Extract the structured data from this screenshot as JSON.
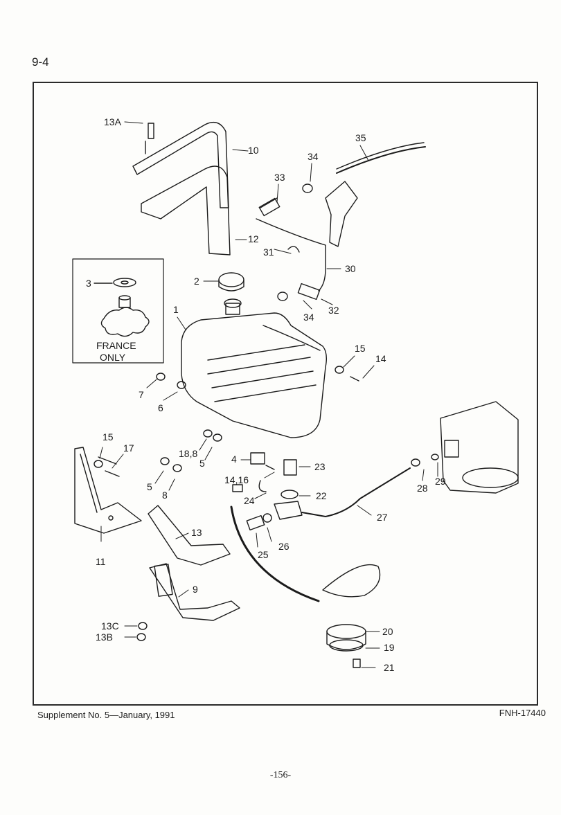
{
  "header": {
    "page_number": "9-4"
  },
  "inset": {
    "callout": "3",
    "caption_line1": "FRANCE",
    "caption_line2": "ONLY"
  },
  "callouts": [
    "13A",
    "10",
    "12",
    "35",
    "34",
    "33",
    "31",
    "30",
    "2",
    "32",
    "34",
    "1",
    "15",
    "14",
    "7",
    "6",
    "15",
    "17",
    "18,8",
    "5",
    "4",
    "23",
    "14,16",
    "22",
    "5",
    "8",
    "24",
    "27",
    "11",
    "13",
    "25",
    "26",
    "9",
    "13C",
    "13B",
    "20",
    "19",
    "21",
    "28",
    "29"
  ],
  "footer": {
    "supplement": "Supplement  No. 5—January,  1991",
    "code": "FNH-17440",
    "folio": "-156-"
  }
}
